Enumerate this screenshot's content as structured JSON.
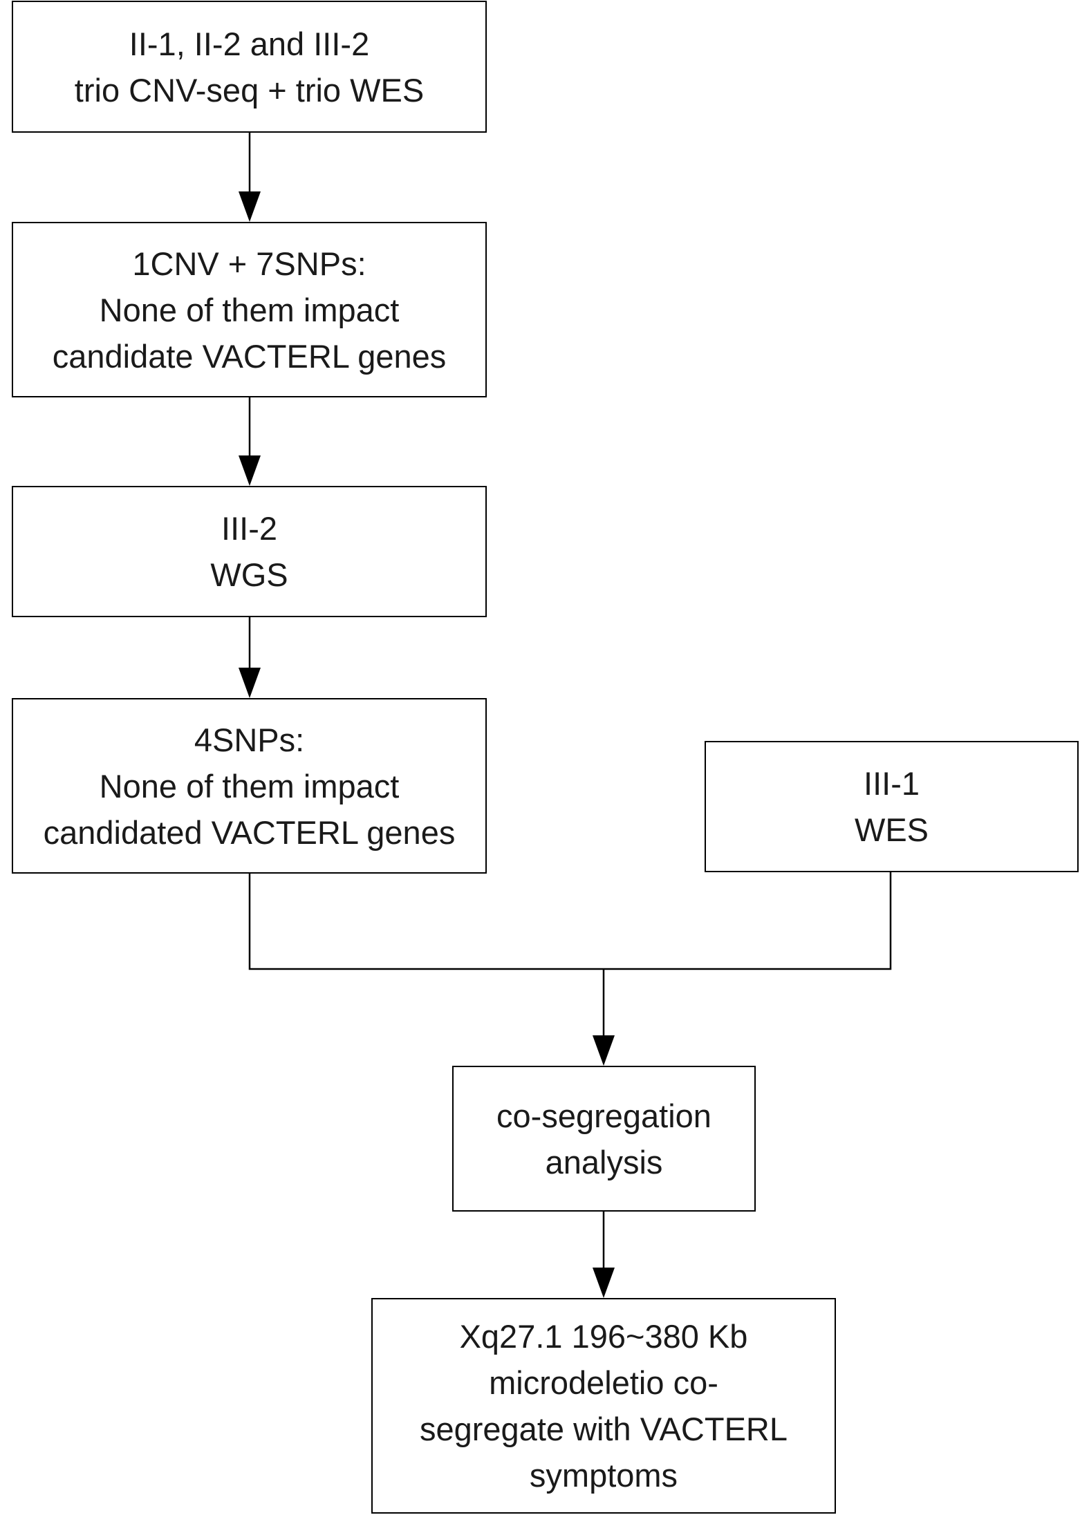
{
  "nodes": {
    "trio_sequencing": {
      "lines": [
        "II-1, II-2 and III-2",
        "trio CNV-seq + trio WES"
      ]
    },
    "trio_findings": {
      "lines": [
        "1CNV + 7SNPs:",
        "None of them impact",
        "candidate VACTERL genes"
      ]
    },
    "wgs": {
      "lines": [
        "III-2",
        "WGS"
      ]
    },
    "wgs_findings": {
      "lines": [
        "4SNPs:",
        "None of them impact",
        "candidated VACTERL genes"
      ]
    },
    "wes_iii1": {
      "lines": [
        "III-1",
        "WES"
      ]
    },
    "cosegregation": {
      "lines": [
        "co-segregation",
        "analysis"
      ]
    },
    "result": {
      "lines": [
        "Xq27.1 196~380 Kb",
        "microdeletio co-",
        "segregate with VACTERL",
        "symptoms"
      ]
    }
  },
  "edges": [
    {
      "from": "trio_sequencing",
      "to": "trio_findings"
    },
    {
      "from": "trio_findings",
      "to": "wgs"
    },
    {
      "from": "wgs",
      "to": "wgs_findings"
    },
    {
      "from": "wgs_findings",
      "to": "cosegregation"
    },
    {
      "from": "wes_iii1",
      "to": "cosegregation"
    },
    {
      "from": "cosegregation",
      "to": "result"
    }
  ],
  "colors": {
    "stroke": "#000000",
    "text": "#1a1a1a",
    "background": "#ffffff"
  }
}
